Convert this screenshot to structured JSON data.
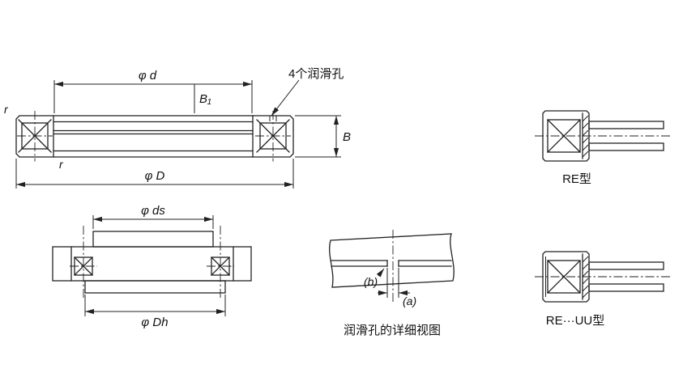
{
  "page": {
    "background": "#ffffff",
    "line_color": "#222222",
    "text_color": "#111111"
  },
  "drawing": {
    "main_view": {
      "dim_bore": "φ d",
      "dim_b1": "B₁",
      "callout_lube": "4个润滑孔",
      "dim_width": "B",
      "dim_outer": "φ D",
      "chamfer_left": "r",
      "chamfer_inner": "r"
    },
    "mounting_view": {
      "dim_shaft": "φ ds",
      "dim_housing": "φ Dh"
    },
    "detail_view": {
      "dim_hole_dia": "(a)",
      "dim_groove": "(b)",
      "caption": "润滑孔的详细视图"
    },
    "type_re": {
      "label": "RE型"
    },
    "type_re_uu": {
      "label": "RE···UU型"
    }
  }
}
